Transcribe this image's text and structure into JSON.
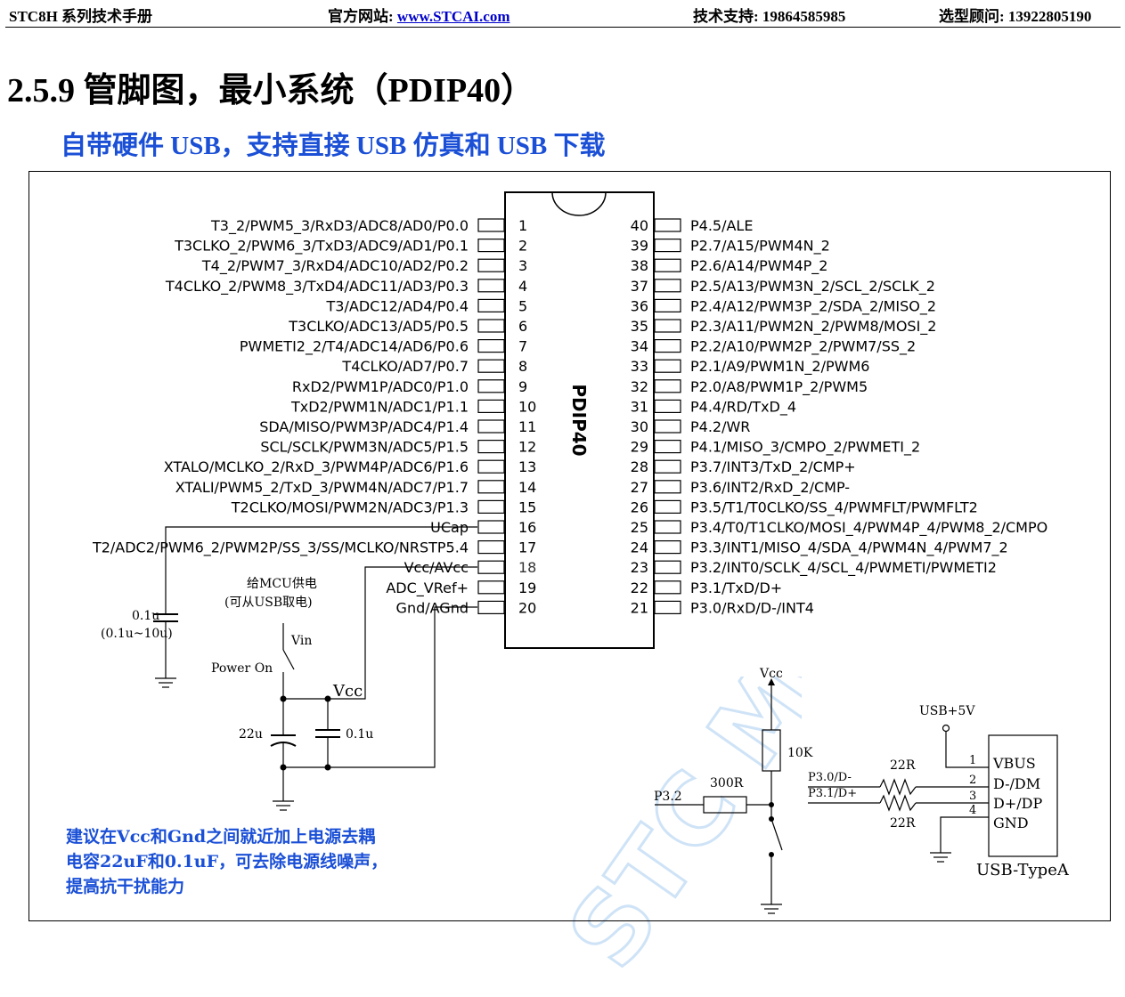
{
  "header": {
    "manual": "STC8H 系列技术手册",
    "site_label": "官方网站:",
    "site_link": "www.STCAI.com",
    "support": "技术支持: 19864585985",
    "consultant": "选型顾问: 13922805190"
  },
  "section": {
    "title": "2.5.9   管脚图，最小系统（PDIP40）",
    "subtitle": "自带硬件 USB，支持直接 USB 仿真和 USB 下载"
  },
  "chip": {
    "label": "PDIP40",
    "left_pins": [
      {
        "num": "1",
        "name": "T3_2/PWM5_3/RxD3/ADC8/AD0/P0.0"
      },
      {
        "num": "2",
        "name": "T3CLKO_2/PWM6_3/TxD3/ADC9/AD1/P0.1"
      },
      {
        "num": "3",
        "name": "T4_2/PWM7_3/RxD4/ADC10/AD2/P0.2"
      },
      {
        "num": "4",
        "name": "T4CLKO_2/PWM8_3/TxD4/ADC11/AD3/P0.3"
      },
      {
        "num": "5",
        "name": "T3/ADC12/AD4/P0.4"
      },
      {
        "num": "6",
        "name": "T3CLKO/ADC13/AD5/P0.5"
      },
      {
        "num": "7",
        "name": "PWMETI2_2/T4/ADC14/AD6/P0.6"
      },
      {
        "num": "8",
        "name": "T4CLKO/AD7/P0.7"
      },
      {
        "num": "9",
        "name": "RxD2/PWM1P/ADC0/P1.0"
      },
      {
        "num": "10",
        "name": "TxD2/PWM1N/ADC1/P1.1"
      },
      {
        "num": "11",
        "name": "SDA/MISO/PWM3P/ADC4/P1.4"
      },
      {
        "num": "12",
        "name": "SCL/SCLK/PWM3N/ADC5/P1.5"
      },
      {
        "num": "13",
        "name": "XTALO/MCLKO_2/RxD_3/PWM4P/ADC6/P1.6"
      },
      {
        "num": "14",
        "name": "XTALI/PWM5_2/TxD_3/PWM4N/ADC7/P1.7"
      },
      {
        "num": "15",
        "name": "T2CLKO/MOSI/PWM2N/ADC3/P1.3"
      },
      {
        "num": "16",
        "name": "UCap"
      },
      {
        "num": "17",
        "name": "T2/ADC2/PWM6_2/PWM2P/SS_3/SS/MCLKO/NRSTP5.4"
      },
      {
        "num": "18",
        "name": "Vcc/AVcc"
      },
      {
        "num": "19",
        "name": "ADC_VRef+"
      },
      {
        "num": "20",
        "name": "Gnd/AGnd"
      }
    ],
    "right_pins": [
      {
        "num": "40",
        "name": "P4.5/ALE"
      },
      {
        "num": "39",
        "name": "P2.7/A15/PWM4N_2"
      },
      {
        "num": "38",
        "name": "P2.6/A14/PWM4P_2"
      },
      {
        "num": "37",
        "name": "P2.5/A13/PWM3N_2/SCL_2/SCLK_2"
      },
      {
        "num": "36",
        "name": "P2.4/A12/PWM3P_2/SDA_2/MISO_2"
      },
      {
        "num": "35",
        "name": "P2.3/A11/PWM2N_2/PWM8/MOSI_2"
      },
      {
        "num": "34",
        "name": "P2.2/A10/PWM2P_2/PWM7/SS_2"
      },
      {
        "num": "33",
        "name": "P2.1/A9/PWM1N_2/PWM6"
      },
      {
        "num": "32",
        "name": "P2.0/A8/PWM1P_2/PWM5"
      },
      {
        "num": "31",
        "name": "P4.4/RD/TxD_4"
      },
      {
        "num": "30",
        "name": "P4.2/WR"
      },
      {
        "num": "29",
        "name": "P4.1/MISO_3/CMPO_2/PWMETI_2"
      },
      {
        "num": "28",
        "name": "P3.7/INT3/TxD_2/CMP+"
      },
      {
        "num": "27",
        "name": "P3.6/INT2/RxD_2/CMP-"
      },
      {
        "num": "26",
        "name": "P3.5/T1/T0CLKO/SS_4/PWMFLT/PWMFLT2"
      },
      {
        "num": "25",
        "name": "P3.4/T0/T1CLKO/MOSI_4/PWM4P_4/PWM8_2/CMPO"
      },
      {
        "num": "24",
        "name": "P3.3/INT1/MISO_4/SDA_4/PWM4N_4/PWM7_2"
      },
      {
        "num": "23",
        "name": "P3.2/INT0/SCLK_4/SCL_4/PWMETI/PWMETI2"
      },
      {
        "num": "22",
        "name": "P3.1/TxD/D+"
      },
      {
        "num": "21",
        "name": "P3.0/RxD/D-/INT4"
      }
    ]
  },
  "circuit": {
    "ucap_value": "0.1u",
    "ucap_range": "(0.1u~10u)",
    "supply_note_1": "给MCU供电",
    "supply_note_2": "(可从USB取电)",
    "vin": "Vin",
    "power_on": "Power On",
    "vcc_net": "Vcc",
    "cap_22u": "22u",
    "cap_01u": "0.1u",
    "vcc_top": "Vcc",
    "r10k": "10K",
    "r300": "300R",
    "p32": "P3.2",
    "p30": "P3.0/D-",
    "p31": "P3.1/D+",
    "r22a": "22R",
    "r22b": "22R",
    "usb5v": "USB+5V",
    "usb_pin1": "1",
    "usb_pin2": "2",
    "usb_pin3": "3",
    "usb_pin4": "4",
    "vbus": "VBUS",
    "dm": "D-/DM",
    "dp": "D+/DP",
    "gnd": "GND",
    "usb_name": "USB-TypeA"
  },
  "note": [
    "建议在Vcc和Gnd之间就近加上电源去耦",
    "电容22uF和0.1uF，可去除电源线噪声，",
    "提高抗干扰能力"
  ],
  "watermark": "STC MCU"
}
